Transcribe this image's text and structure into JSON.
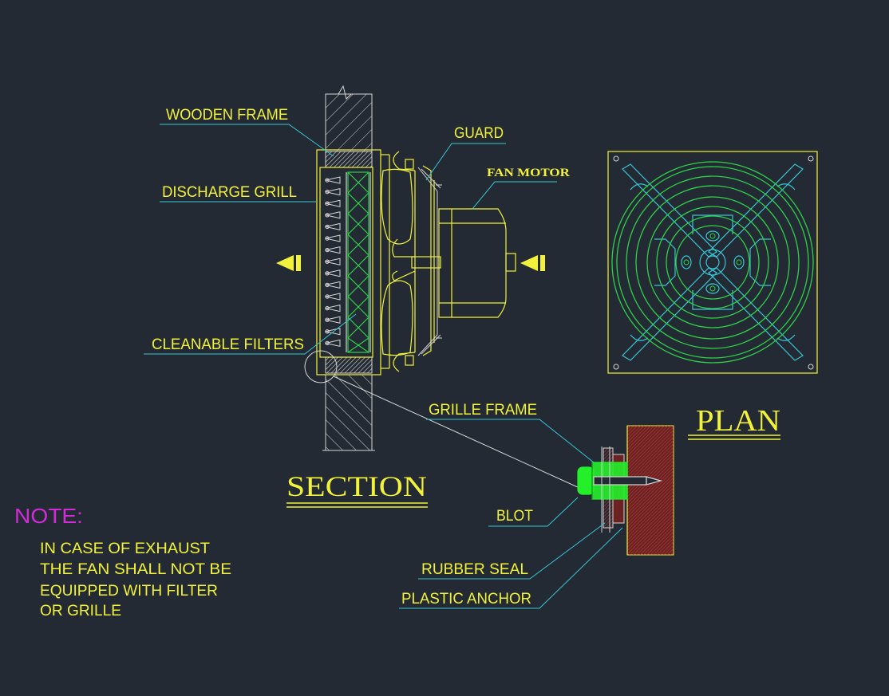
{
  "colors": {
    "background": "#232a33",
    "yellow": "#f2f23a",
    "cyan": "#39c6d6",
    "green": "#2fd04a",
    "bright_green": "#24f02a",
    "white": "#d6d6d6",
    "magenta": "#d22bd8",
    "hatch_red": "#8a2a2a"
  },
  "labels": {
    "wooden_frame": "WOODEN FRAME",
    "discharge_grill": "DISCHARGE GRILL",
    "guard": "GUARD",
    "fan_motor": "FAN MOTOR",
    "cleanable_filters": "CLEANABLE FILTERS",
    "grille_frame": "GRILLE FRAME",
    "blot": "BLOT",
    "rubber_seal": "RUBBER SEAL",
    "plastic_anchor": "PLASTIC ANCHOR"
  },
  "titles": {
    "section": "SECTION",
    "plan": "PLAN"
  },
  "note": {
    "heading": "NOTE:",
    "lines": [
      "IN CASE OF EXHAUST",
      "THE FAN SHALL NOT BE",
      "EQUIPPED WITH FILTER",
      "OR GRILLE"
    ]
  }
}
